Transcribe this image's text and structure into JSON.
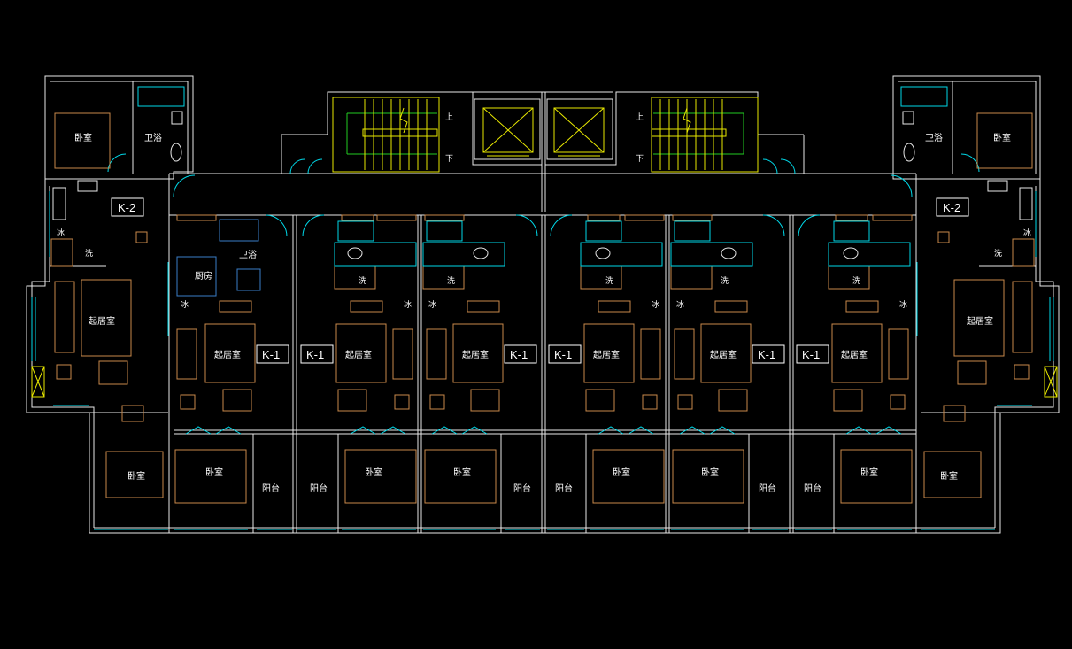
{
  "colors": {
    "background": "#000000",
    "wall": "#e8e8e8",
    "window": "#00d8e8",
    "furniture": "#c8894a",
    "stair": "#e8e800",
    "stair_rail": "#22cc22",
    "kitchen": "#3a7ec8"
  },
  "labels": {
    "bedroom": "卧室",
    "bedroom_alt": "卧室",
    "bedroom_alt2": "卧室",
    "bathroom": "卫浴",
    "living": "起居室",
    "kitchen": "厨房",
    "balcony": "阳台",
    "wash": "洗",
    "fridge": "冰",
    "stair_up": "上",
    "stair_down": "下"
  },
  "unit_tags": {
    "k1": "K-1",
    "k2": "K-2"
  }
}
